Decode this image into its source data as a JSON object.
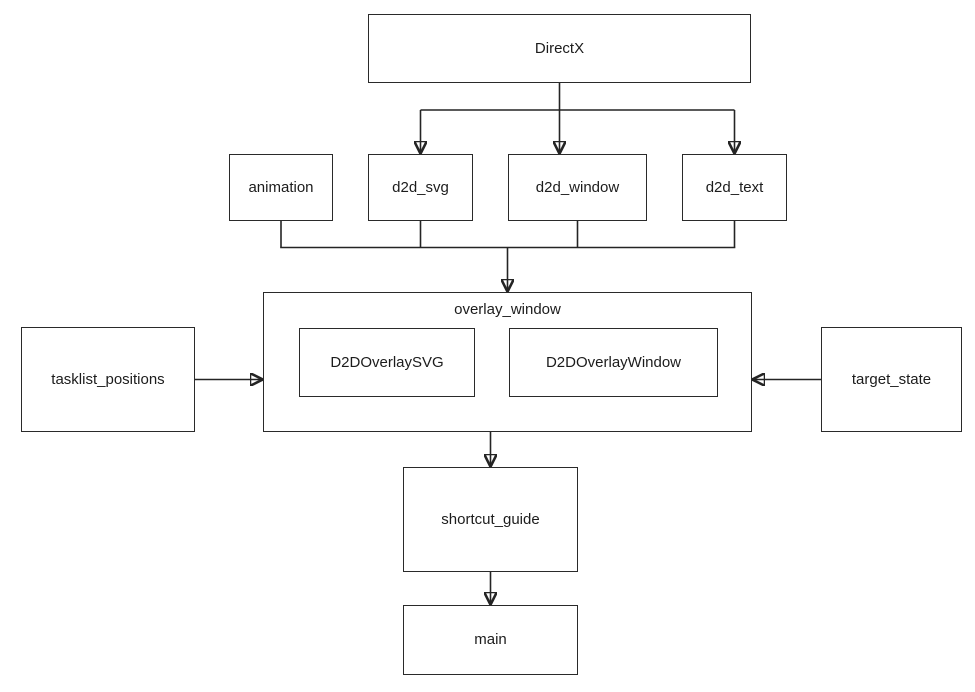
{
  "diagram": {
    "background": "#ffffff",
    "stroke_color": "#242424",
    "text_color": "#1c1c1c",
    "nodes": {
      "directx": {
        "label": "DirectX"
      },
      "animation": {
        "label": "animation"
      },
      "d2d_svg": {
        "label": "d2d_svg"
      },
      "d2d_window": {
        "label": "d2d_window"
      },
      "d2d_text": {
        "label": "d2d_text"
      },
      "overlay_window": {
        "label": "overlay_window"
      },
      "d2d_overlay_svg": {
        "label": "D2DOverlaySVG"
      },
      "d2d_overlay_window": {
        "label": "D2DOverlayWindow"
      },
      "tasklist_positions": {
        "label": "tasklist_positions"
      },
      "target_state": {
        "label": "target_state"
      },
      "shortcut_guide": {
        "label": "shortcut_guide"
      },
      "main": {
        "label": "main"
      }
    },
    "edges": [
      {
        "from": "DirectX",
        "to": "d2d_svg"
      },
      {
        "from": "DirectX",
        "to": "d2d_window"
      },
      {
        "from": "DirectX",
        "to": "d2d_text"
      },
      {
        "from": "animation",
        "to": "overlay_window"
      },
      {
        "from": "d2d_svg",
        "to": "overlay_window"
      },
      {
        "from": "d2d_window",
        "to": "overlay_window"
      },
      {
        "from": "d2d_text",
        "to": "overlay_window"
      },
      {
        "from": "tasklist_positions",
        "to": "overlay_window"
      },
      {
        "from": "target_state",
        "to": "overlay_window"
      },
      {
        "from": "overlay_window",
        "to": "shortcut_guide"
      },
      {
        "from": "shortcut_guide",
        "to": "main"
      }
    ]
  }
}
